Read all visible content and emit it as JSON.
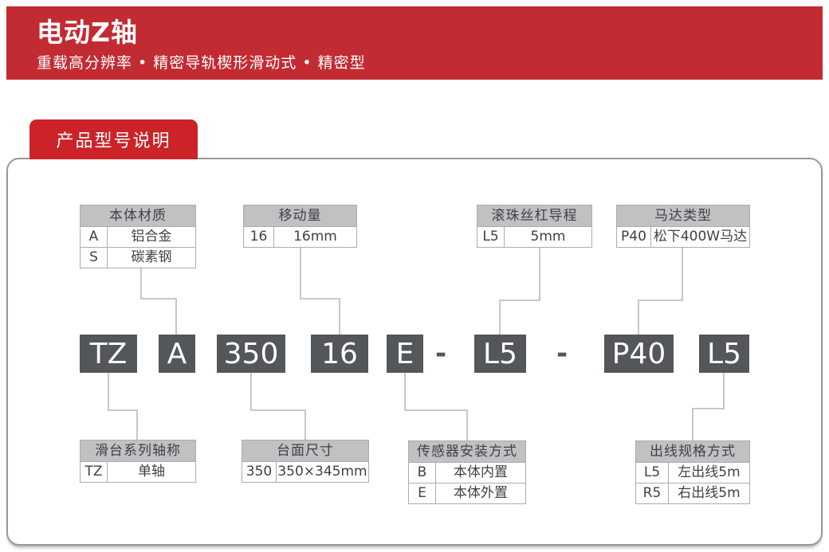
{
  "banner": {
    "title": "电动Z轴",
    "subtitle": "重载高分辨率 • 精密导轨楔形滑动式 • 精密型"
  },
  "section_tab": {
    "label": "产品型号说明"
  },
  "model_code": {
    "segments": [
      "TZ",
      "A",
      "350",
      "16",
      "E",
      "-",
      "L5",
      "-",
      "P40",
      "L5"
    ]
  },
  "top_tables": [
    {
      "title": "本体材质",
      "rows": [
        [
          "A",
          "铝合金"
        ],
        [
          "S",
          "碳素钢"
        ]
      ]
    },
    {
      "title": "移动量",
      "rows": [
        [
          "16",
          "16mm"
        ]
      ]
    },
    {
      "title": "滚珠丝杠导程",
      "rows": [
        [
          "L5",
          "5mm"
        ]
      ]
    },
    {
      "title": "马达类型",
      "rows": [
        [
          "P40",
          "松下400W马达"
        ]
      ]
    }
  ],
  "bottom_tables": [
    {
      "title": "滑台系列轴称",
      "rows": [
        [
          "TZ",
          "单轴"
        ]
      ]
    },
    {
      "title": "台面尺寸",
      "rows": [
        [
          "350",
          "350×345mm"
        ]
      ]
    },
    {
      "title": "传感器安装方式",
      "rows": [
        [
          "B",
          "本体内置"
        ],
        [
          "E",
          "本体外置"
        ]
      ]
    },
    {
      "title": "出线规格方式",
      "rows": [
        [
          "L5",
          "左出线5m"
        ],
        [
          "R5",
          "右出线5m"
        ]
      ]
    }
  ],
  "colors": {
    "banner_red": "#C32B33",
    "tab_red": "#CC2329",
    "code_box_gray": "#54575A",
    "table_header_gray": "#C1C1C3",
    "connector_gray": "#C6C7C9"
  }
}
